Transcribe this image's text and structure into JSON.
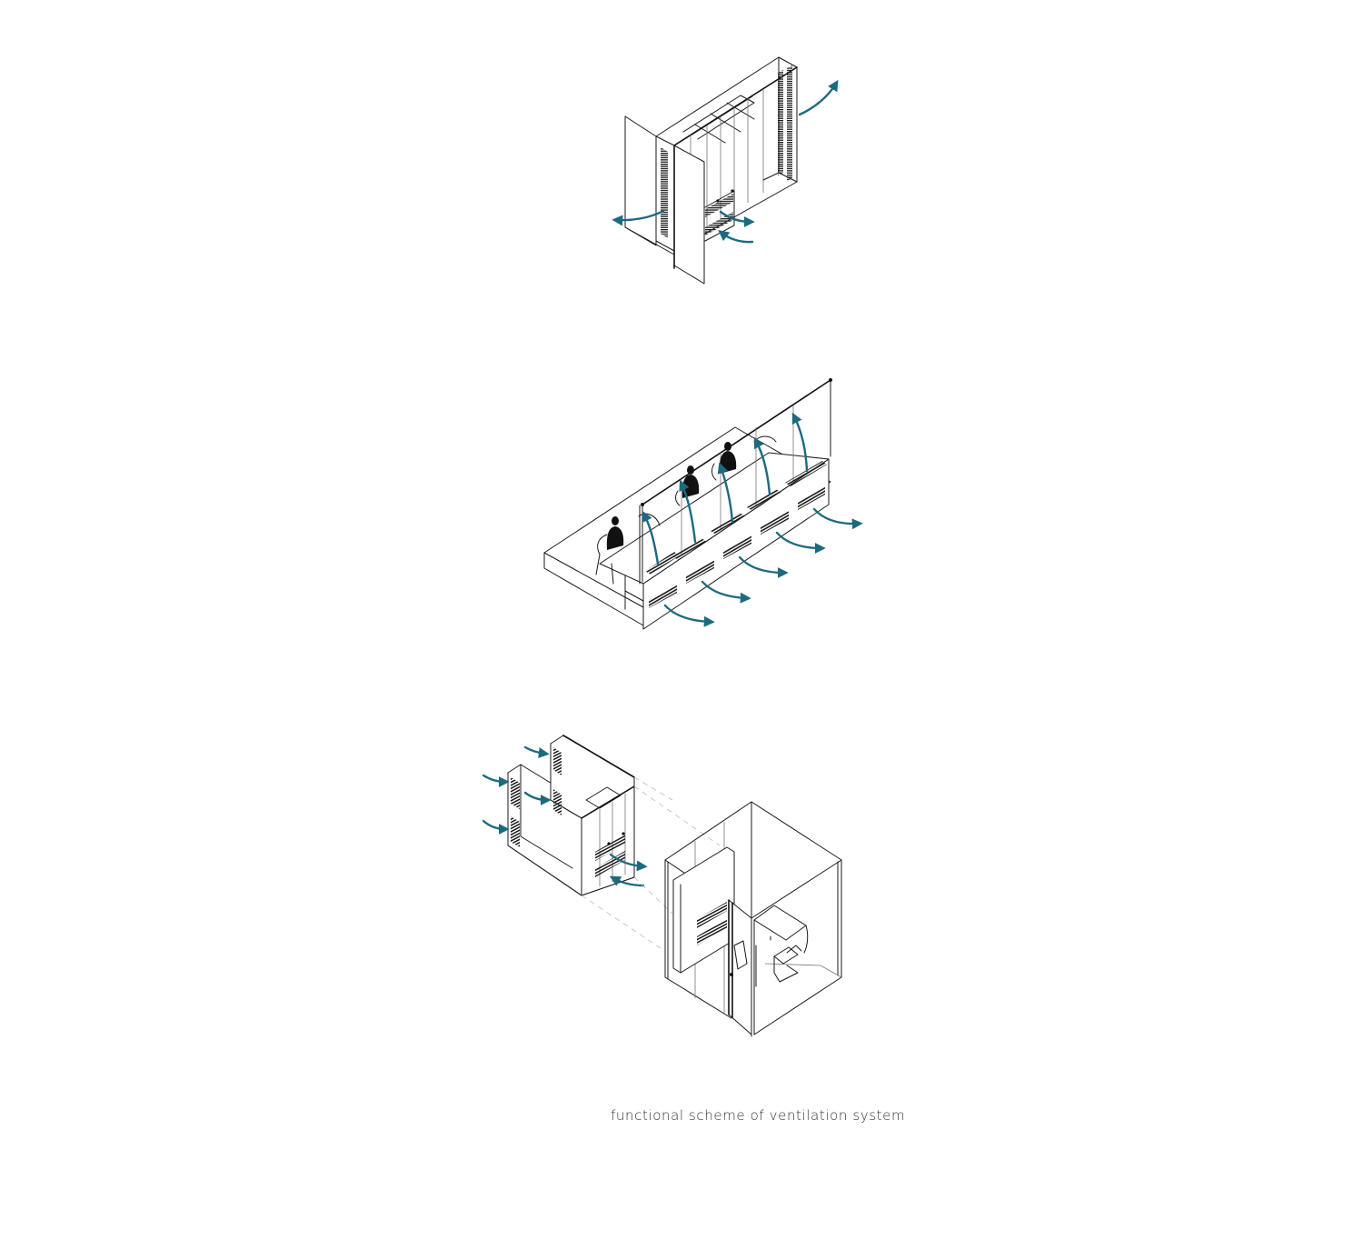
{
  "caption": "functional scheme of ventilation system",
  "colors": {
    "airflow_arrow": "#1d6a7e",
    "line": "#1a1a1a",
    "background": "#ffffff"
  },
  "diagrams": [
    {
      "id": "wardrobe-unit",
      "label": "Isometric cabinet/wardrobe module with vertical louvered vents",
      "airflow_arrows": 4
    },
    {
      "id": "bench-seating-unit",
      "label": "Isometric bench seating with partition, floor grilles and side vents",
      "occupants": 3,
      "airflow_arrows": 10
    },
    {
      "id": "booth-assembly",
      "label": "Exploded isometric ventilation module and cubicle booth with desk and chair",
      "airflow_arrows": 6
    }
  ]
}
